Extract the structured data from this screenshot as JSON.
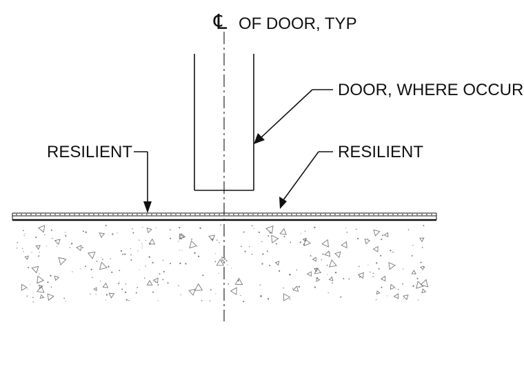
{
  "labels": {
    "centerline_symbol": "℄",
    "centerline_text": "OF DOOR, TYP",
    "door": "DOOR, WHERE OCCURS",
    "resilient_left": "RESILIENT",
    "resilient_right": "RESILIENT"
  }
}
